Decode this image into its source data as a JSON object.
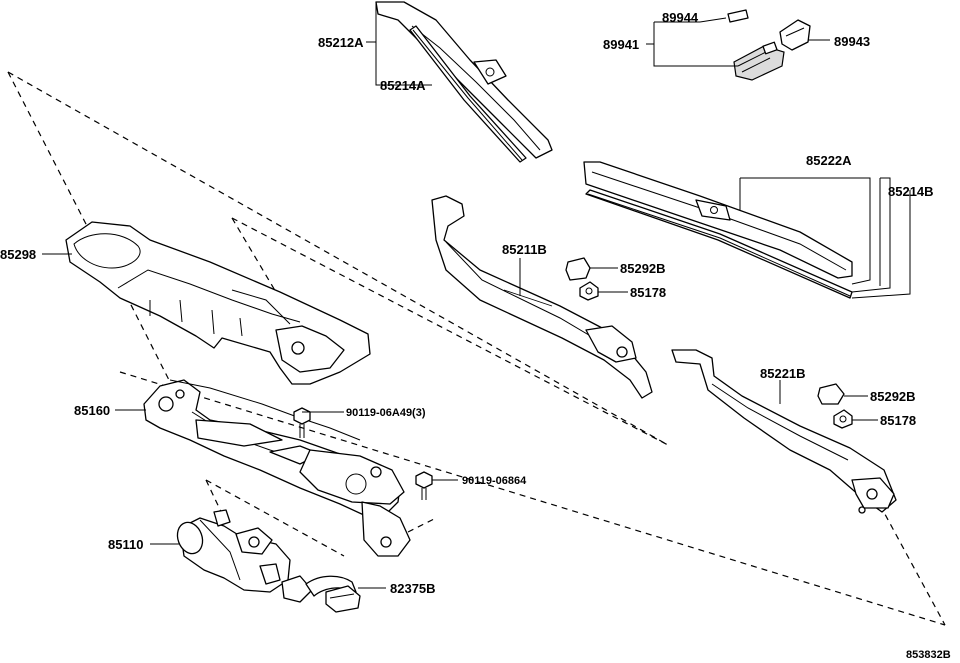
{
  "labels": {
    "p85212a": "85212A",
    "p85214a": "85214A",
    "p89944": "89944",
    "p89941": "89941",
    "p89943": "89943",
    "p85222a": "85222A",
    "p85214b": "85214B",
    "p85211b": "85211B",
    "p85292b_top": "85292B",
    "p85178_top": "85178",
    "p85298": "85298",
    "p85160": "85160",
    "p90119_06a49": "90119-06A49(3)",
    "p90119_06864": "90119-06864",
    "p85110": "85110",
    "p82375b": "82375B",
    "p85221b": "85221B",
    "p85292b_bottom": "85292B",
    "p85178_bottom": "85178",
    "drawing_number": "853832B"
  }
}
